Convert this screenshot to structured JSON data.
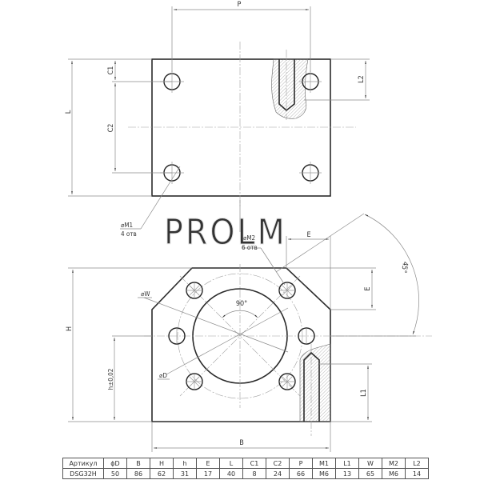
{
  "watermark": "PROLM",
  "top_view": {
    "dim_labels": {
      "P": "P",
      "L": "L",
      "C1": "C1",
      "C2": "C2",
      "L2": "L2"
    },
    "callout_m1": {
      "label": "⌀M1",
      "qty": "4 отв"
    }
  },
  "front_view": {
    "dim_labels": {
      "H": "H",
      "h": "h±0,02",
      "B": "B",
      "E_top": "E",
      "E_side": "E",
      "L1": "L1",
      "W": "⌀W",
      "D": "⌀D",
      "angle_90": "90°",
      "angle_45": "45°"
    },
    "callout_m2": {
      "label": "⌀M2",
      "qty": "6 отв"
    }
  },
  "spec_table": {
    "headers": [
      "Артикул",
      "ϕD",
      "B",
      "H",
      "h",
      "E",
      "L",
      "C1",
      "C2",
      "P",
      "M1",
      "L1",
      "W",
      "M2",
      "L2"
    ],
    "rows": [
      [
        "DSG32H",
        "50",
        "86",
        "62",
        "31",
        "17",
        "40",
        "8",
        "24",
        "66",
        "M6",
        "13",
        "65",
        "M6",
        "14"
      ]
    ]
  }
}
